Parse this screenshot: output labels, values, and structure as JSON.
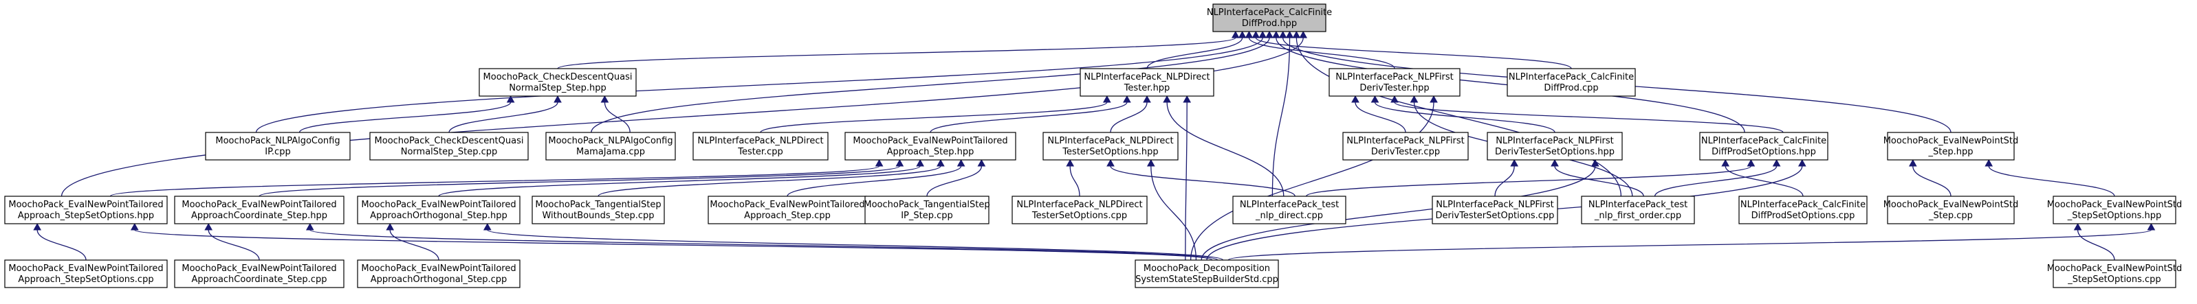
{
  "nodes": {
    "root": [
      "NLPInterfacePack_CalcFinite",
      "DiffProd.hpp"
    ],
    "checkdesc": [
      "MoochoPack_CheckDescentQuasi",
      "NormalStep_Step.hpp"
    ],
    "nlpdirect": [
      "NLPInterfacePack_NLPDirect",
      "Tester.hpp"
    ],
    "nlpfirst": [
      "NLPInterfacePack_NLPFirst",
      "DerivTester.hpp"
    ],
    "calccpp": [
      "NLPInterfacePack_CalcFinite",
      "DiffProd.cpp"
    ],
    "algoconfig": [
      "MoochoPack_NLPAlgoConfig",
      "IP.cpp"
    ],
    "checkcpp": [
      "MoochoPack_CheckDescentQuasi",
      "NormalStep_Step.cpp"
    ],
    "mamajama": [
      "MoochoPack_NLPAlgoConfig",
      "MamaJama.cpp"
    ],
    "directcpp": [
      "NLPInterfacePack_NLPDirect",
      "Tester.cpp"
    ],
    "evaltail": [
      "MoochoPack_EvalNewPointTailored",
      "Approach_Step.hpp"
    ],
    "directset": [
      "NLPInterfacePack_NLPDirect",
      "TesterSetOptions.hpp"
    ],
    "firstcpp": [
      "NLPInterfacePack_NLPFirst",
      "DerivTester.cpp"
    ],
    "firstset": [
      "NLPInterfacePack_NLPFirst",
      "DerivTesterSetOptions.hpp"
    ],
    "calcset": [
      "NLPInterfacePack_CalcFinite",
      "DiffProdSetOptions.hpp"
    ],
    "evalstd": [
      "MoochoPack_EvalNewPointStd",
      "_Step.hpp"
    ],
    "tailset": [
      "MoochoPack_EvalNewPointTailored",
      "Approach_StepSetOptions.hpp"
    ],
    "tailcoord": [
      "MoochoPack_EvalNewPointTailored",
      "ApproachCoordinate_Step.hpp"
    ],
    "tailortho": [
      "MoochoPack_EvalNewPointTailored",
      "ApproachOrthogonal_Step.hpp"
    ],
    "tangwo": [
      "MoochoPack_TangentialStep",
      "WithoutBounds_Step.cpp"
    ],
    "tailcpp": [
      "MoochoPack_EvalNewPointTailored",
      "Approach_Step.cpp"
    ],
    "tangip": [
      "MoochoPack_TangentialStep",
      "IP_Step.cpp"
    ],
    "directsetcpp": [
      "NLPInterfacePack_NLPDirect",
      "TesterSetOptions.cpp"
    ],
    "testdirect": [
      "NLPInterfacePack_test",
      "_nlp_direct.cpp"
    ],
    "firstsetcpp": [
      "NLPInterfacePack_NLPFirst",
      "DerivTesterSetOptions.cpp"
    ],
    "testfirst": [
      "NLPInterfacePack_test",
      "_nlp_first_order.cpp"
    ],
    "calcsetcpp": [
      "NLPInterfacePack_CalcFinite",
      "DiffProdSetOptions.cpp"
    ],
    "stdcpp": [
      "MoochoPack_EvalNewPointStd",
      "_Step.cpp"
    ],
    "stdset": [
      "MoochoPack_EvalNewPointStd",
      "_StepSetOptions.hpp"
    ],
    "tailsetcpp": [
      "MoochoPack_EvalNewPointTailored",
      "Approach_StepSetOptions.cpp"
    ],
    "coordcpp": [
      "MoochoPack_EvalNewPointTailored",
      "ApproachCoordinate_Step.cpp"
    ],
    "orthocpp": [
      "MoochoPack_EvalNewPointTailored",
      "ApproachOrthogonal_Step.cpp"
    ],
    "decomp": [
      "MoochoPack_Decomposition",
      "SystemStateStepBuilderStd.cpp"
    ],
    "stdsetcpp": [
      "MoochoPack_EvalNewPointStd",
      "_StepSetOptions.cpp"
    ]
  },
  "edges": [
    [
      "checkdesc",
      "root"
    ],
    [
      "nlpdirect",
      "root"
    ],
    [
      "nlpfirst",
      "root"
    ],
    [
      "calccpp",
      "root"
    ],
    [
      "algoconfig",
      "root"
    ],
    [
      "mamajama",
      "root"
    ],
    [
      "calcset",
      "root"
    ],
    [
      "evalstd",
      "root"
    ],
    [
      "testdirect",
      "root"
    ],
    [
      "testfirst",
      "root"
    ],
    [
      "tailset",
      "root"
    ],
    [
      "algoconfig",
      "checkdesc"
    ],
    [
      "checkcpp",
      "checkdesc"
    ],
    [
      "mamajama",
      "checkdesc"
    ],
    [
      "directcpp",
      "nlpdirect"
    ],
    [
      "evaltail",
      "nlpdirect"
    ],
    [
      "directset",
      "nlpdirect"
    ],
    [
      "testdirect",
      "nlpdirect"
    ],
    [
      "decomp",
      "nlpdirect"
    ],
    [
      "firstcpp",
      "nlpfirst"
    ],
    [
      "firstset",
      "nlpfirst"
    ],
    [
      "calcset",
      "nlpfirst"
    ],
    [
      "testfirst",
      "nlpfirst"
    ],
    [
      "decomp",
      "nlpfirst"
    ],
    [
      "tailset",
      "evaltail"
    ],
    [
      "tailcoord",
      "evaltail"
    ],
    [
      "tailortho",
      "evaltail"
    ],
    [
      "tangwo",
      "evaltail"
    ],
    [
      "tailcpp",
      "evaltail"
    ],
    [
      "tangip",
      "evaltail"
    ],
    [
      "directsetcpp",
      "directset"
    ],
    [
      "testdirect",
      "directset"
    ],
    [
      "decomp",
      "directset"
    ],
    [
      "firstsetcpp",
      "firstset"
    ],
    [
      "testfirst",
      "firstset"
    ],
    [
      "decomp",
      "firstset"
    ],
    [
      "calcsetcpp",
      "calcset"
    ],
    [
      "testdirect",
      "calcset"
    ],
    [
      "testfirst",
      "calcset"
    ],
    [
      "decomp",
      "calcset"
    ],
    [
      "stdcpp",
      "evalstd"
    ],
    [
      "stdset",
      "evalstd"
    ],
    [
      "tailsetcpp",
      "tailset"
    ],
    [
      "decomp",
      "tailset"
    ],
    [
      "coordcpp",
      "tailcoord"
    ],
    [
      "decomp",
      "tailcoord"
    ],
    [
      "orthocpp",
      "tailortho"
    ],
    [
      "decomp",
      "tailortho"
    ],
    [
      "stdsetcpp",
      "stdset"
    ],
    [
      "decomp",
      "stdset"
    ]
  ]
}
